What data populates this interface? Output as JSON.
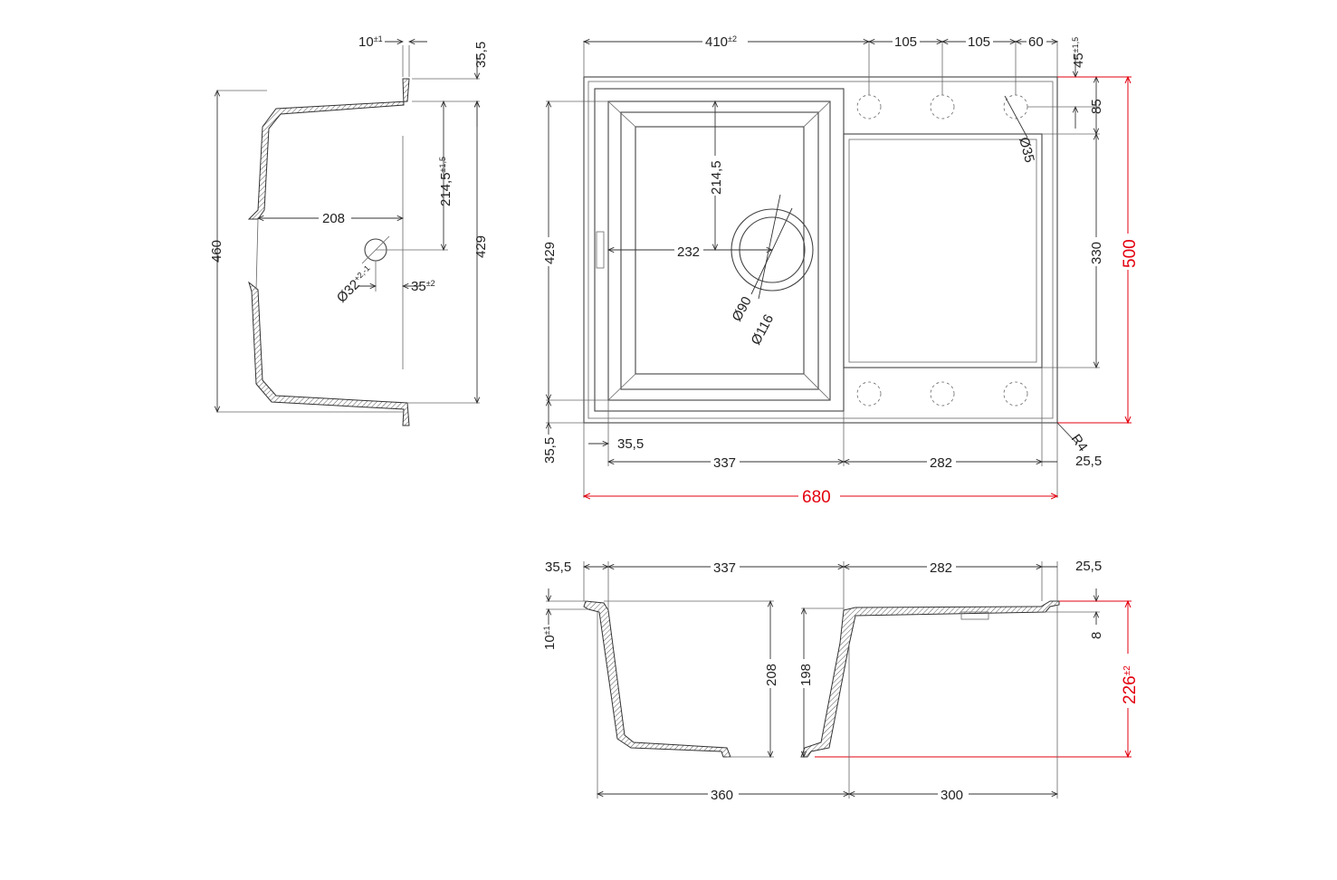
{
  "side_view": {
    "lip": "10",
    "lip_tol": "±1",
    "rim": "35,5",
    "height": "460",
    "inner_height": "429",
    "center_from_edge": "214,5",
    "center_tol": "±1,5",
    "drain_offset": "208",
    "overflow_dia": "Ø32",
    "overflow_dia_tol": "+2,-1",
    "overflow_offset": "35",
    "overflow_offset_tol": "±2"
  },
  "top_view": {
    "bowl_width": "410",
    "bowl_width_tol": "±2",
    "hole_spacing_1": "105",
    "hole_spacing_2": "105",
    "hole_edge": "60",
    "hole_top": "45",
    "hole_top_tol": "±1,5",
    "hole_row": "85",
    "tap_hole_dia": "Ø35",
    "drain_center": "214,5",
    "drain_offset": "232",
    "bowl_depth": "429",
    "drain_dia_inner": "Ø90",
    "drain_dia_outer": "Ø116",
    "drainer_depth": "330",
    "total_depth": "500",
    "bottom_margin": "35,5",
    "left_margin": "35,5",
    "bowl_inner": "337",
    "drainer_inner": "282",
    "right_margin": "25,5",
    "corner_radius": "R4",
    "total_width": "680"
  },
  "front_view": {
    "left_margin": "35,5",
    "bowl_inner": "337",
    "drainer_inner": "282",
    "right_margin": "25,5",
    "lip": "10",
    "lip_tol": "±1",
    "bowl_depth": "208",
    "bowl_depth_2": "198",
    "drainer_step": "8",
    "total_height": "226",
    "total_height_tol": "±2",
    "bowl_outer": "360",
    "drainer_outer": "300"
  },
  "colors": {
    "line": "#444444",
    "dimension_red": "#e3000f"
  }
}
